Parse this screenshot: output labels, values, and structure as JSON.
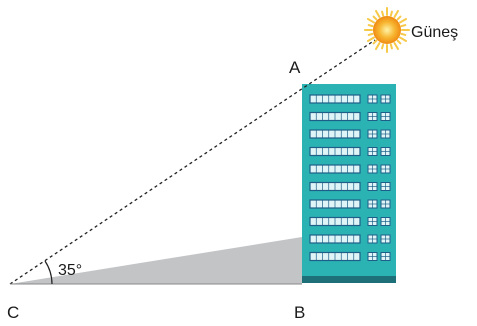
{
  "labels": {
    "sun": "Güneş",
    "top": "A",
    "base": "B",
    "observer": "C",
    "angle": "35°"
  },
  "colors": {
    "building": "#2bb3b3",
    "building_base": "#1d6f78",
    "window": "#dff4f6",
    "window_frame": "#1d5f88",
    "shadow": "#c2c4c6",
    "sun_core": "#f5a21a",
    "sun_rays": "#f7c948",
    "ray_line": "#222222"
  },
  "icons": {
    "sun": "sun-icon",
    "building": "building-icon"
  }
}
